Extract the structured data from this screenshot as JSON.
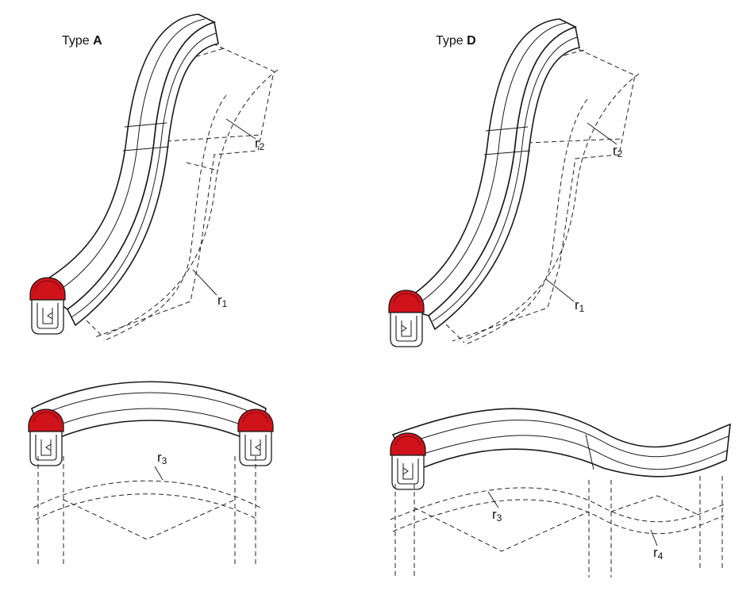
{
  "labels": {
    "type_a_prefix": "Type ",
    "type_a_letter": "A",
    "type_d_prefix": "Type ",
    "type_d_letter": "D",
    "r1": "r",
    "r1_sub": "1",
    "r2": "r",
    "r2_sub": "2",
    "r3": "r",
    "r3_sub": "3",
    "r4": "r",
    "r4_sub": "4"
  },
  "colors": {
    "seal_red": "#d0121b",
    "outline": "#1a1a1a",
    "background": "#ffffff"
  }
}
